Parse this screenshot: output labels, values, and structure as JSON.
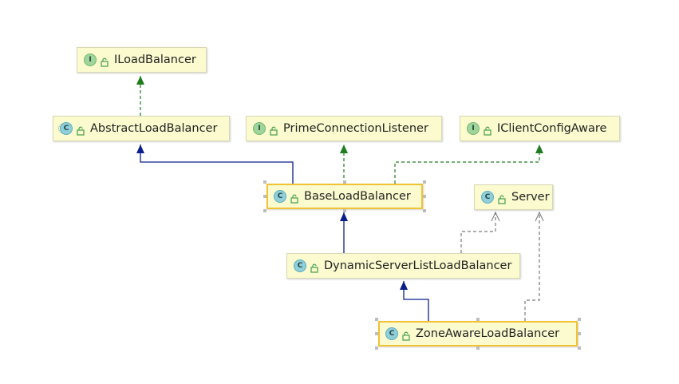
{
  "nodes": [
    {
      "id": "iloadbalancer",
      "kind": "interface",
      "badge": "I",
      "label": "ILoadBalancer"
    },
    {
      "id": "abstractloadbalancer",
      "kind": "abstract-class",
      "badge": "C",
      "label": "AbstractLoadBalancer"
    },
    {
      "id": "primeconnectionlistener",
      "kind": "interface",
      "badge": "I",
      "label": "PrimeConnectionListener"
    },
    {
      "id": "iclientconfigaware",
      "kind": "interface",
      "badge": "I",
      "label": "IClientConfigAware"
    },
    {
      "id": "baseloadbalancer",
      "kind": "class",
      "badge": "C",
      "label": "BaseLoadBalancer",
      "selected": true
    },
    {
      "id": "server",
      "kind": "class",
      "badge": "C",
      "label": "Server"
    },
    {
      "id": "dynamicserverlistloadbalancer",
      "kind": "class",
      "badge": "C",
      "label": "DynamicServerListLoadBalancer"
    },
    {
      "id": "zoneawareloadbalancer",
      "kind": "class",
      "badge": "C",
      "label": "ZoneAwareLoadBalancer",
      "selected": true
    }
  ],
  "edges": [
    {
      "from": "abstractloadbalancer",
      "to": "iloadbalancer",
      "type": "implements"
    },
    {
      "from": "baseloadbalancer",
      "to": "abstractloadbalancer",
      "type": "extends"
    },
    {
      "from": "baseloadbalancer",
      "to": "primeconnectionlistener",
      "type": "implements"
    },
    {
      "from": "baseloadbalancer",
      "to": "iclientconfigaware",
      "type": "implements"
    },
    {
      "from": "dynamicserverlistloadbalancer",
      "to": "baseloadbalancer",
      "type": "extends"
    },
    {
      "from": "dynamicserverlistloadbalancer",
      "to": "server",
      "type": "depends"
    },
    {
      "from": "zoneawareloadbalancer",
      "to": "dynamicserverlistloadbalancer",
      "type": "extends"
    },
    {
      "from": "zoneawareloadbalancer",
      "to": "server",
      "type": "depends"
    }
  ],
  "colors": {
    "extends": "#0b1f8a",
    "implements": "#1f7d1f",
    "depends": "#7a7a7a",
    "node_fill": "#fbfbcf",
    "selected_border": "#f1c232"
  },
  "icons": {
    "interface": "interface-badge-icon",
    "class": "class-badge-icon",
    "visibility": "lock-icon"
  }
}
